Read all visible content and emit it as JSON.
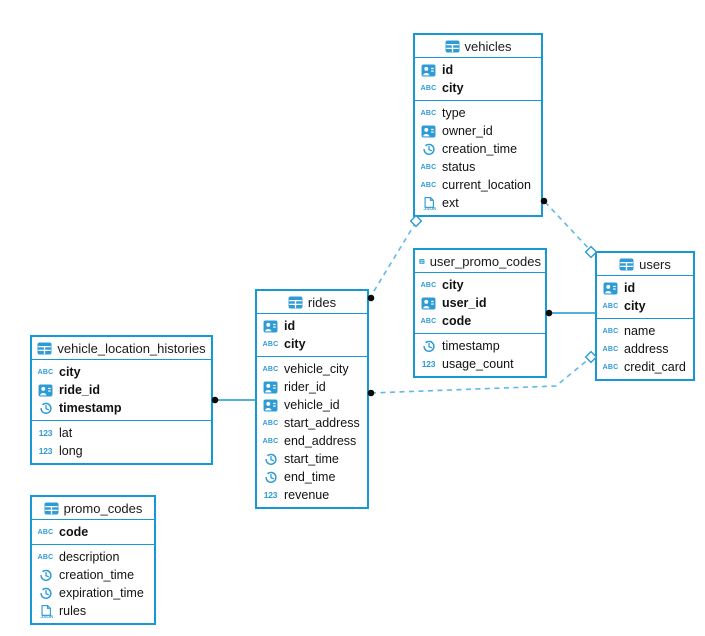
{
  "diagram": {
    "colors": {
      "table_border": "#1798D5",
      "icon_blue": "#2D9BD6",
      "dashed_line": "#5FB9E6",
      "solid_line": "#1798D5",
      "marker_dot": "#0b0b0b",
      "background": "#ffffff"
    },
    "icon_glyphs": {
      "abc": "ABC",
      "num": "123"
    },
    "tables": [
      {
        "name": "vehicles",
        "columns": [
          {
            "name": "id",
            "icon": "user",
            "pk": true
          },
          {
            "name": "city",
            "icon": "abc",
            "pk": true
          },
          {
            "name": "type",
            "icon": "abc",
            "pk": false
          },
          {
            "name": "owner_id",
            "icon": "user",
            "pk": false
          },
          {
            "name": "creation_time",
            "icon": "clock",
            "pk": false
          },
          {
            "name": "status",
            "icon": "abc",
            "pk": false
          },
          {
            "name": "current_location",
            "icon": "abc",
            "pk": false
          },
          {
            "name": "ext",
            "icon": "json",
            "pk": false
          }
        ]
      },
      {
        "name": "user_promo_codes",
        "columns": [
          {
            "name": "city",
            "icon": "abc",
            "pk": true
          },
          {
            "name": "user_id",
            "icon": "user",
            "pk": true
          },
          {
            "name": "code",
            "icon": "abc",
            "pk": true
          },
          {
            "name": "timestamp",
            "icon": "clock",
            "pk": false
          },
          {
            "name": "usage_count",
            "icon": "num",
            "pk": false
          }
        ]
      },
      {
        "name": "users",
        "columns": [
          {
            "name": "id",
            "icon": "user",
            "pk": true
          },
          {
            "name": "city",
            "icon": "abc",
            "pk": true
          },
          {
            "name": "name",
            "icon": "abc",
            "pk": false
          },
          {
            "name": "address",
            "icon": "abc",
            "pk": false
          },
          {
            "name": "credit_card",
            "icon": "abc",
            "pk": false
          }
        ]
      },
      {
        "name": "rides",
        "columns": [
          {
            "name": "id",
            "icon": "user",
            "pk": true
          },
          {
            "name": "city",
            "icon": "abc",
            "pk": true
          },
          {
            "name": "vehicle_city",
            "icon": "abc",
            "pk": false
          },
          {
            "name": "rider_id",
            "icon": "user",
            "pk": false
          },
          {
            "name": "vehicle_id",
            "icon": "user",
            "pk": false
          },
          {
            "name": "start_address",
            "icon": "abc",
            "pk": false
          },
          {
            "name": "end_address",
            "icon": "abc",
            "pk": false
          },
          {
            "name": "start_time",
            "icon": "clock",
            "pk": false
          },
          {
            "name": "end_time",
            "icon": "clock",
            "pk": false
          },
          {
            "name": "revenue",
            "icon": "num",
            "pk": false
          }
        ]
      },
      {
        "name": "vehicle_location_histories",
        "columns": [
          {
            "name": "city",
            "icon": "abc",
            "pk": true
          },
          {
            "name": "ride_id",
            "icon": "user",
            "pk": true
          },
          {
            "name": "timestamp",
            "icon": "clock",
            "pk": true
          },
          {
            "name": "lat",
            "icon": "num",
            "pk": false
          },
          {
            "name": "long",
            "icon": "num",
            "pk": false
          }
        ]
      },
      {
        "name": "promo_codes",
        "columns": [
          {
            "name": "code",
            "icon": "abc",
            "pk": true
          },
          {
            "name": "description",
            "icon": "abc",
            "pk": false
          },
          {
            "name": "creation_time",
            "icon": "clock",
            "pk": false
          },
          {
            "name": "expiration_time",
            "icon": "clock",
            "pk": false
          },
          {
            "name": "rules",
            "icon": "json",
            "pk": false
          }
        ]
      }
    ],
    "relations": [
      {
        "from": "vehicles",
        "to": "rides",
        "style": "dashed"
      },
      {
        "from": "vehicles",
        "to": "users",
        "style": "dashed"
      },
      {
        "from": "user_promo_codes",
        "to": "users",
        "style": "solid"
      },
      {
        "from": "rides",
        "to": "users",
        "style": "dashed"
      },
      {
        "from": "vehicle_location_histories",
        "to": "rides",
        "style": "solid"
      }
    ]
  }
}
